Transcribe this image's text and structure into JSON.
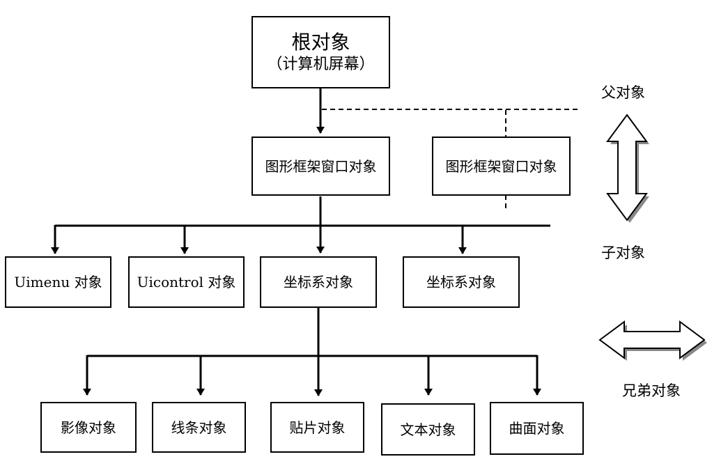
{
  "root": {
    "title": "根对象",
    "subtitle": "（计算机屏幕）"
  },
  "figures": [
    "图形框架窗口对象",
    "图形框架窗口对象"
  ],
  "children": [
    "Uimenu 对象",
    "Uicontrol 对象",
    "坐标系对象",
    "坐标系对象"
  ],
  "graphics": [
    "影像对象",
    "线条对象",
    "贴片对象",
    "文本对象",
    "曲面对象"
  ],
  "legend": {
    "parent": "父对象",
    "child": "子对象",
    "sibling": "兄弟对象"
  }
}
